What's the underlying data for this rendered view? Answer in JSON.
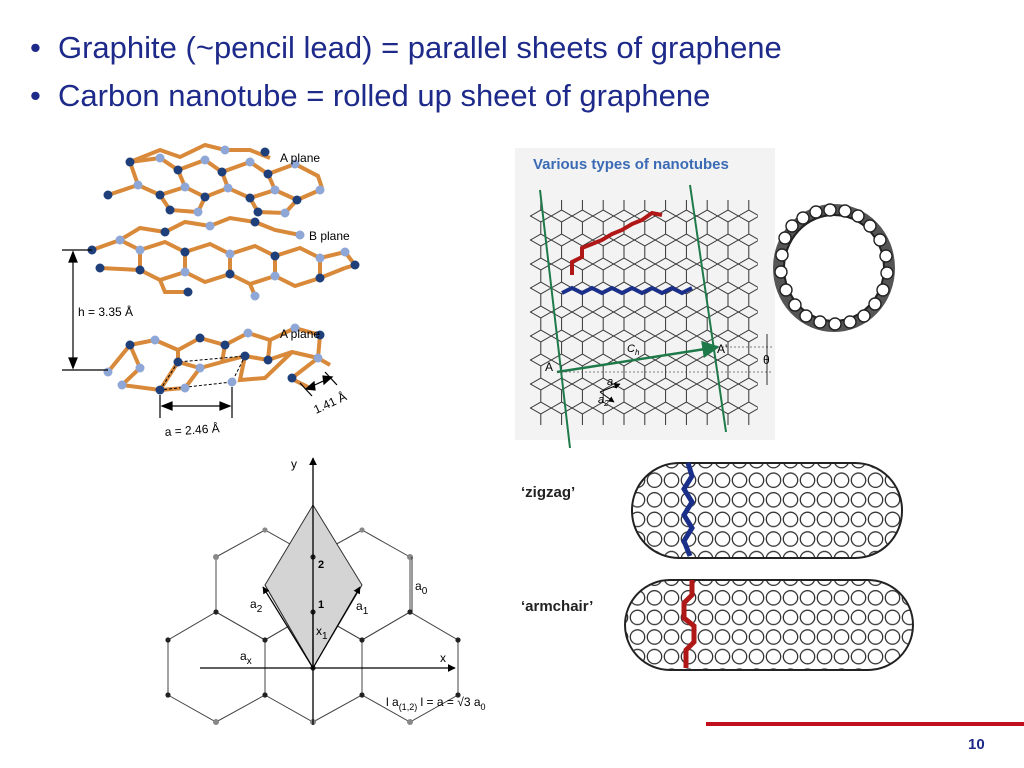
{
  "slide": {
    "bullets": [
      "Graphite (~pencil lead) = parallel sheets of graphene",
      "Carbon nanotube = rolled up sheet of graphene"
    ],
    "page_number": "10"
  },
  "graphite_figure": {
    "plane_top": "A plane",
    "plane_middle": "B plane",
    "plane_bottom": "A plane",
    "height_label": "h = 3.35 Å",
    "bond_label": "1.41 Å",
    "lattice_label": "a = 2.46 Å"
  },
  "lattice_figure": {
    "axis_y": "y",
    "axis_x": "x",
    "a0_label": "a",
    "a0_sub": "0",
    "a1_label": "a",
    "a1_sub": "1",
    "a2_label": "a",
    "a2_sub": "2",
    "ax_label": "a",
    "ax_sub": "x",
    "x1_label": "x",
    "x1_sub": "1",
    "site1": "1",
    "site2": "2",
    "formula_prefix": "l a",
    "formula_sub": "(1,2)",
    "formula_suffix": " l = a = √3 a",
    "formula_sub2": "0"
  },
  "nanotube_figure": {
    "title": "Various types of nanotubes",
    "point_a": "A",
    "point_a_prime": "A'",
    "theta": "θ",
    "ch_label": "C",
    "ch_sub": "h",
    "a1_label": "a",
    "a1_sub": "1",
    "a2_label": "a",
    "a2_sub": "2",
    "zigzag": "‘zigzag’",
    "armchair": "‘armchair’"
  },
  "colors": {
    "text_blue": "#1d2a8a",
    "bond_orange": "#d9893a",
    "atom_dark": "#1f3f7a",
    "atom_light": "#8fa7d6",
    "chain_red": "#b01818",
    "chain_blue": "#1a2f8a",
    "tube_title": "#3b6bb5",
    "accent_red": "#c0101e",
    "green_line": "#1f7a4a"
  }
}
